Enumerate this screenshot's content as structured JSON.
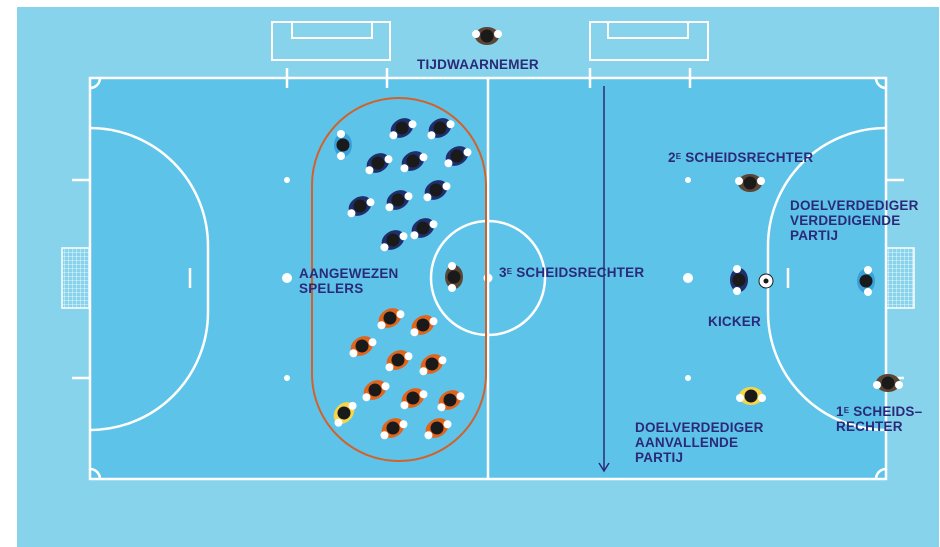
{
  "colors": {
    "background": "#87d3ec",
    "pitch": "#5ec3e9",
    "lines": "#ffffff",
    "zone_outline": "#d2622b",
    "text": "#2b2a78",
    "team_dark": "#1e2f6b",
    "team_orange": "#e0641c",
    "referee": "#5b4636",
    "goalkeeper_defending": "#3aa0d8",
    "goalkeeper_attacking": "#f5d54a"
  },
  "labels": {
    "timekeeper": "TIJDWAARNEMER",
    "second_referee_num": "2",
    "second_referee_sup": "E",
    "second_referee_text": "SCHEIDSRECHTER",
    "third_referee_num": "3",
    "third_referee_sup": "E",
    "third_referee_text": "SCHEIDSRECHTER",
    "designated_players_1": "AANGEWEZEN",
    "designated_players_2": "SPELERS",
    "gk_defending_1": "DOELVERDEDIGER",
    "gk_defending_2": "VERDEDIGENDE",
    "gk_defending_3": "PARTIJ",
    "kicker": "KICKER",
    "gk_attacking_1": "DOELVERDEDIGER",
    "gk_attacking_2": "AANVALLENDE",
    "gk_attacking_3": "PARTIJ",
    "first_referee_num": "1",
    "first_referee_sup": "E",
    "first_referee_text_1": "SCHEIDS–",
    "first_referee_text_2": "RECHTER"
  },
  "icons": [
    "person-topdown-icon",
    "ball-icon",
    "arrow-down-icon",
    "goal-net-icon"
  ]
}
